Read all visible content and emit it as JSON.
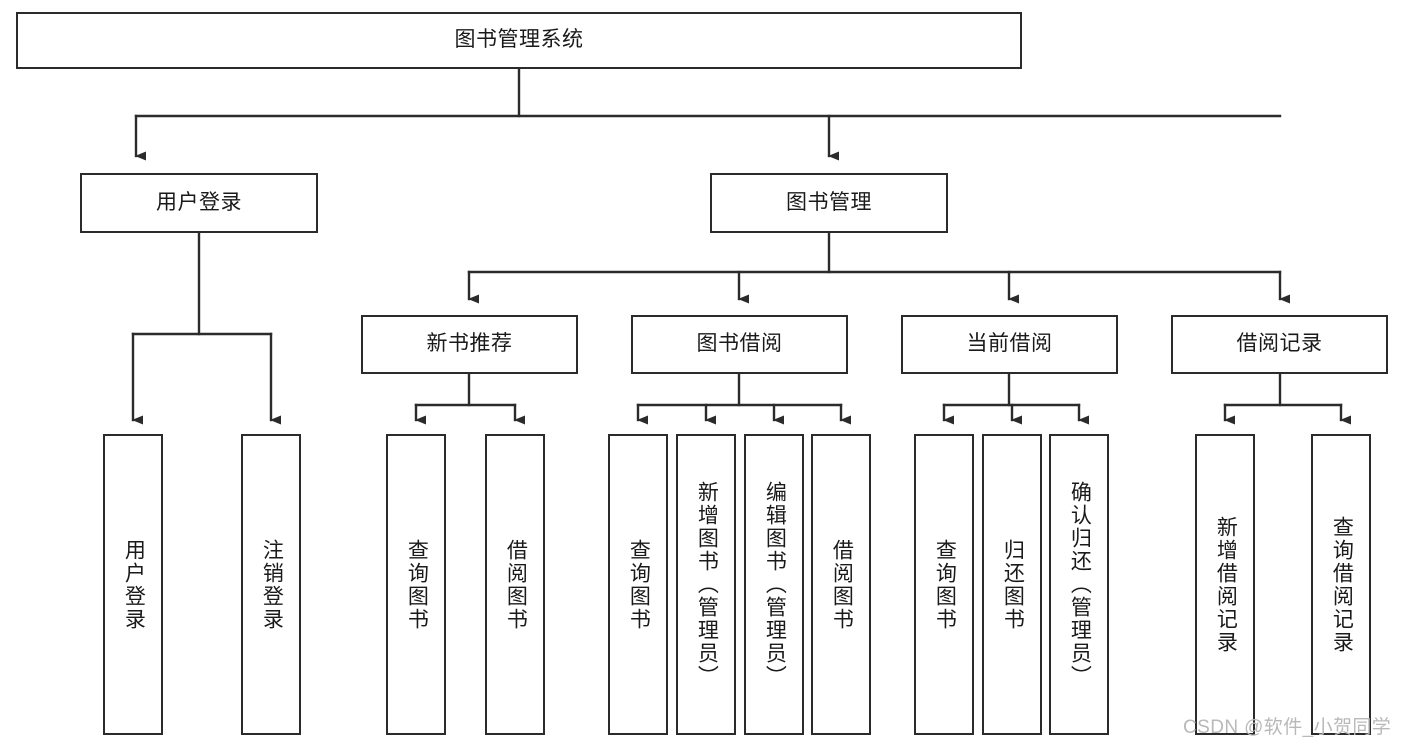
{
  "diagram": {
    "title": "图书管理系统",
    "type": "tree-hierarchy",
    "colors": {
      "stroke": "#2b2b2b",
      "fill": "#ffffff",
      "text": "#1a1a1a",
      "watermark": "#b9b9b9"
    },
    "root": {
      "label": "图书管理系统"
    },
    "level1": [
      {
        "label": "用户登录"
      },
      {
        "label": "图书管理"
      }
    ],
    "level2": [
      {
        "label": "新书推荐"
      },
      {
        "label": "图书借阅"
      },
      {
        "label": "当前借阅"
      },
      {
        "label": "借阅记录"
      }
    ],
    "leaves": {
      "user_login": [
        {
          "label": "用户登录"
        },
        {
          "label": "注销登录"
        }
      ],
      "new_book_recommend": [
        {
          "label": "查询图书"
        },
        {
          "label": "借阅图书"
        }
      ],
      "book_borrow": [
        {
          "label": "查询图书"
        },
        {
          "label": "新增图书（管理员）"
        },
        {
          "label": "编辑图书（管理员）"
        },
        {
          "label": "借阅图书"
        }
      ],
      "current_borrow": [
        {
          "label": "查询图书"
        },
        {
          "label": "归还图书"
        },
        {
          "label": "确认归还（管理员）"
        }
      ],
      "borrow_record": [
        {
          "label": "新增借阅记录"
        },
        {
          "label": "查询借阅记录"
        }
      ]
    }
  },
  "watermark": {
    "text": "CSDN @软件_小贺同学"
  }
}
